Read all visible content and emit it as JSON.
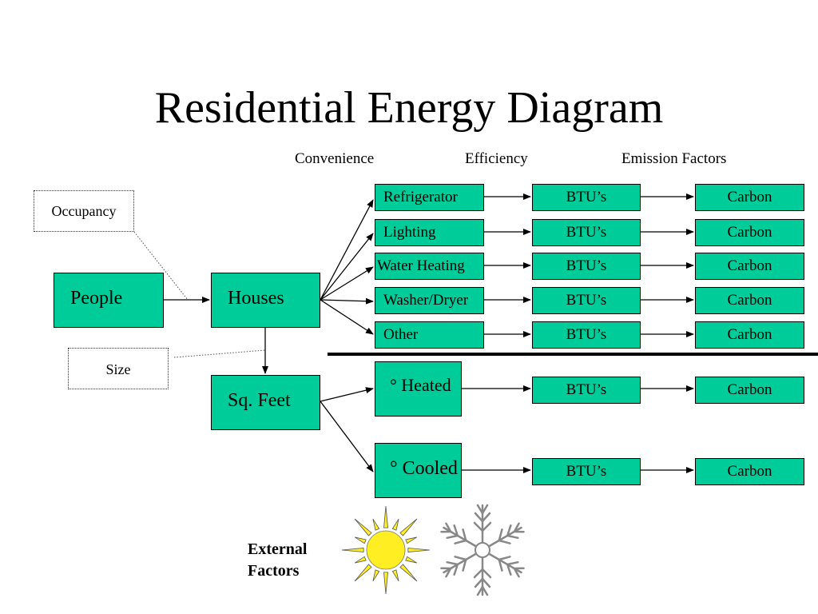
{
  "title": "Residential Energy Diagram",
  "columns": {
    "convenience": "Convenience",
    "efficiency": "Efficiency",
    "emission": "Emission Factors"
  },
  "left": {
    "people": "People",
    "houses": "Houses",
    "sqfeet": "Sq. Feet",
    "occupancy": "Occupancy",
    "size": "Size"
  },
  "appliances": [
    {
      "label": "Refrigerator",
      "btu": "BTU’s",
      "carbon": "Carbon"
    },
    {
      "label": "Lighting",
      "btu": "BTU’s",
      "carbon": "Carbon"
    },
    {
      "label": "Water Heating",
      "btu": "BTU’s",
      "carbon": "Carbon"
    },
    {
      "label": "Washer/Dryer",
      "btu": "BTU’s",
      "carbon": "Carbon"
    },
    {
      "label": "Other",
      "btu": "BTU’s",
      "carbon": "Carbon"
    }
  ],
  "climate": [
    {
      "label": "° Heated",
      "btu": "BTU’s",
      "carbon": "Carbon"
    },
    {
      "label": "° Cooled",
      "btu": "BTU’s",
      "carbon": "Carbon"
    }
  ],
  "external": {
    "line1": "External",
    "line2": "Factors"
  },
  "icons": {
    "sun": "sun-icon",
    "snow": "snowflake-icon"
  },
  "colors": {
    "box_fill": "#00cc99",
    "sun": "#ffee22"
  }
}
